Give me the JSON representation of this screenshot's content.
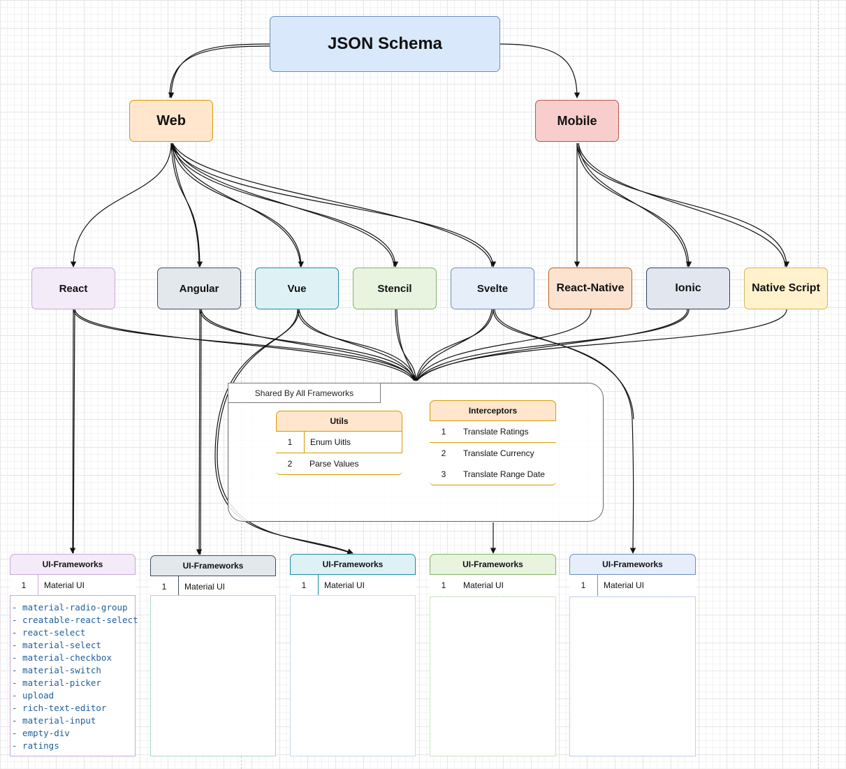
{
  "root": {
    "label": "JSON Schema"
  },
  "platforms": {
    "web": "Web",
    "mobile": "Mobile"
  },
  "frameworks": [
    {
      "label": "React",
      "color": "#c9a8d8"
    },
    {
      "label": "Angular",
      "color": "#3e4e60"
    },
    {
      "label": "Vue",
      "color": "#1b8a9e"
    },
    {
      "label": "Stencil",
      "color": "#82b366"
    },
    {
      "label": "Svelte",
      "color": "#6c8ebf"
    },
    {
      "label": "React-Native",
      "color": "#c05f1a"
    },
    {
      "label": "Ionic",
      "color": "#2e405e"
    },
    {
      "label": "Native Script",
      "color": "#d6b656"
    }
  ],
  "shared": {
    "title": "Shared By All Frameworks",
    "utils": {
      "title": "Utils",
      "rows": [
        {
          "n": "1",
          "label": "Enum Uitls"
        },
        {
          "n": "2",
          "label": "Parse Values"
        }
      ]
    },
    "interceptors": {
      "title": "Interceptors",
      "rows": [
        {
          "n": "1",
          "label": "Translate Ratings"
        },
        {
          "n": "2",
          "label": "Translate Currency"
        },
        {
          "n": "3",
          "label": "Translate Range Date"
        }
      ]
    }
  },
  "ui_frameworks": [
    {
      "title": "UI-Frameworks",
      "row_n": "1",
      "row_label": "Material UI",
      "color": "#c9a8d8"
    },
    {
      "title": "UI-Frameworks",
      "row_n": "1",
      "row_label": "Material UI",
      "color": "#3e4e60"
    },
    {
      "title": "UI-Frameworks",
      "row_n": "1",
      "row_label": "Material UI",
      "color": "#1b8a9e"
    },
    {
      "title": "UI-Frameworks",
      "row_n": "1",
      "row_label": "Material UI",
      "color": "#82b366"
    },
    {
      "title": "UI-Frameworks",
      "row_n": "1",
      "row_label": "Material UI",
      "color": "#6c8ebf"
    }
  ],
  "react_components": [
    "- material-radio-group",
    "- creatable-react-select",
    "- react-select",
    "- material-select",
    "- material-checkbox",
    "- material-switch",
    "- material-picker",
    "- upload",
    "- rich-text-editor",
    "- material-input",
    "- empty-div",
    "- ratings"
  ]
}
